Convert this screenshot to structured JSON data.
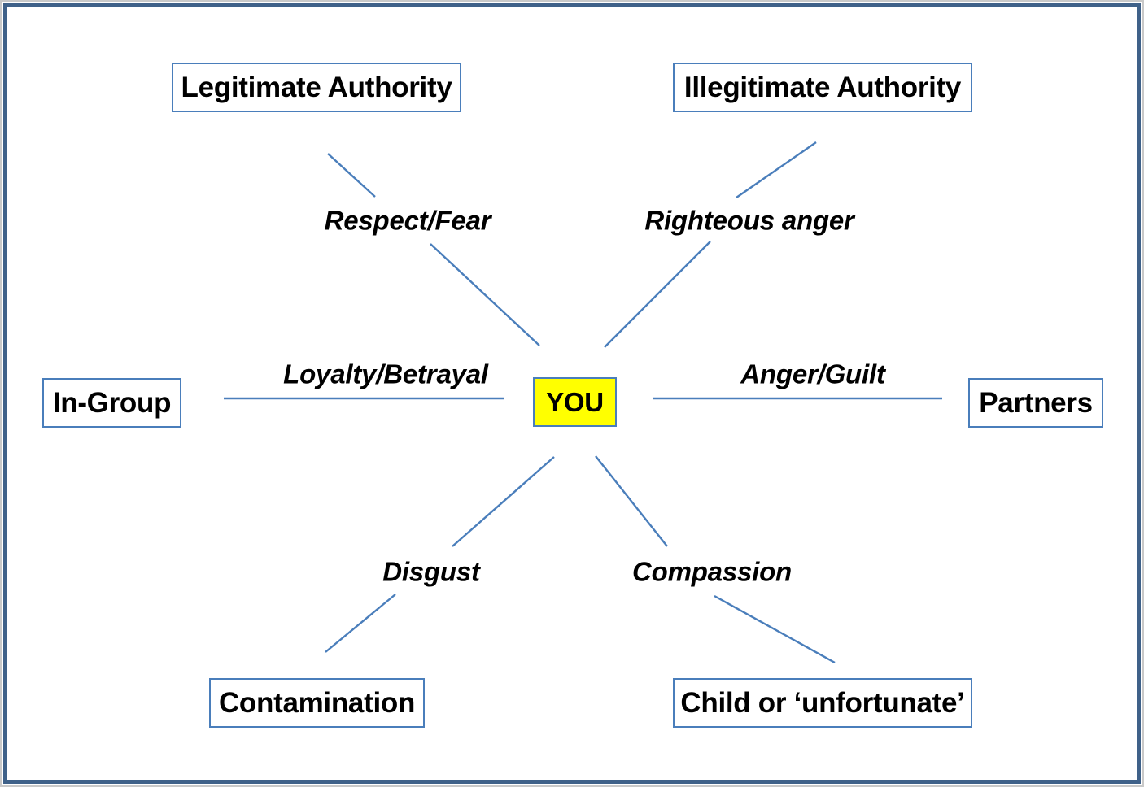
{
  "diagram": {
    "title": "YOU relationship / moral-emotion map",
    "colors": {
      "frame_blue": "#3f6189",
      "line_blue": "#4a7ebb",
      "center_fill": "#ffff00",
      "box_fill": "#ffffff",
      "text": "#000000"
    },
    "center_node": {
      "label": "YOU"
    },
    "nodes": [
      {
        "id": "legitimate-authority",
        "label": "Legitimate Authority",
        "position": "top-left"
      },
      {
        "id": "illegitimate-authority",
        "label": "Illegitimate Authority",
        "position": "top-right"
      },
      {
        "id": "in-group",
        "label": "In-Group",
        "position": "left"
      },
      {
        "id": "partners",
        "label": "Partners",
        "position": "right"
      },
      {
        "id": "contamination",
        "label": "Contamination",
        "position": "bottom-left"
      },
      {
        "id": "child-or-unfortunate",
        "label": "Child or ‘unfortunate’",
        "position": "bottom-right"
      }
    ],
    "edges": [
      {
        "id": "respect-fear",
        "label": "Respect/Fear",
        "from": "legitimate-authority",
        "to": "YOU"
      },
      {
        "id": "righteous-anger",
        "label": "Righteous anger",
        "from": "illegitimate-authority",
        "to": "YOU"
      },
      {
        "id": "loyalty-betrayal",
        "label": "Loyalty/Betrayal",
        "from": "in-group",
        "to": "YOU"
      },
      {
        "id": "anger-guilt",
        "label": "Anger/Guilt",
        "from": "YOU",
        "to": "partners"
      },
      {
        "id": "disgust",
        "label": "Disgust",
        "from": "contamination",
        "to": "YOU"
      },
      {
        "id": "compassion",
        "label": "Compassion",
        "from": "YOU",
        "to": "child-or-unfortunate"
      }
    ]
  }
}
